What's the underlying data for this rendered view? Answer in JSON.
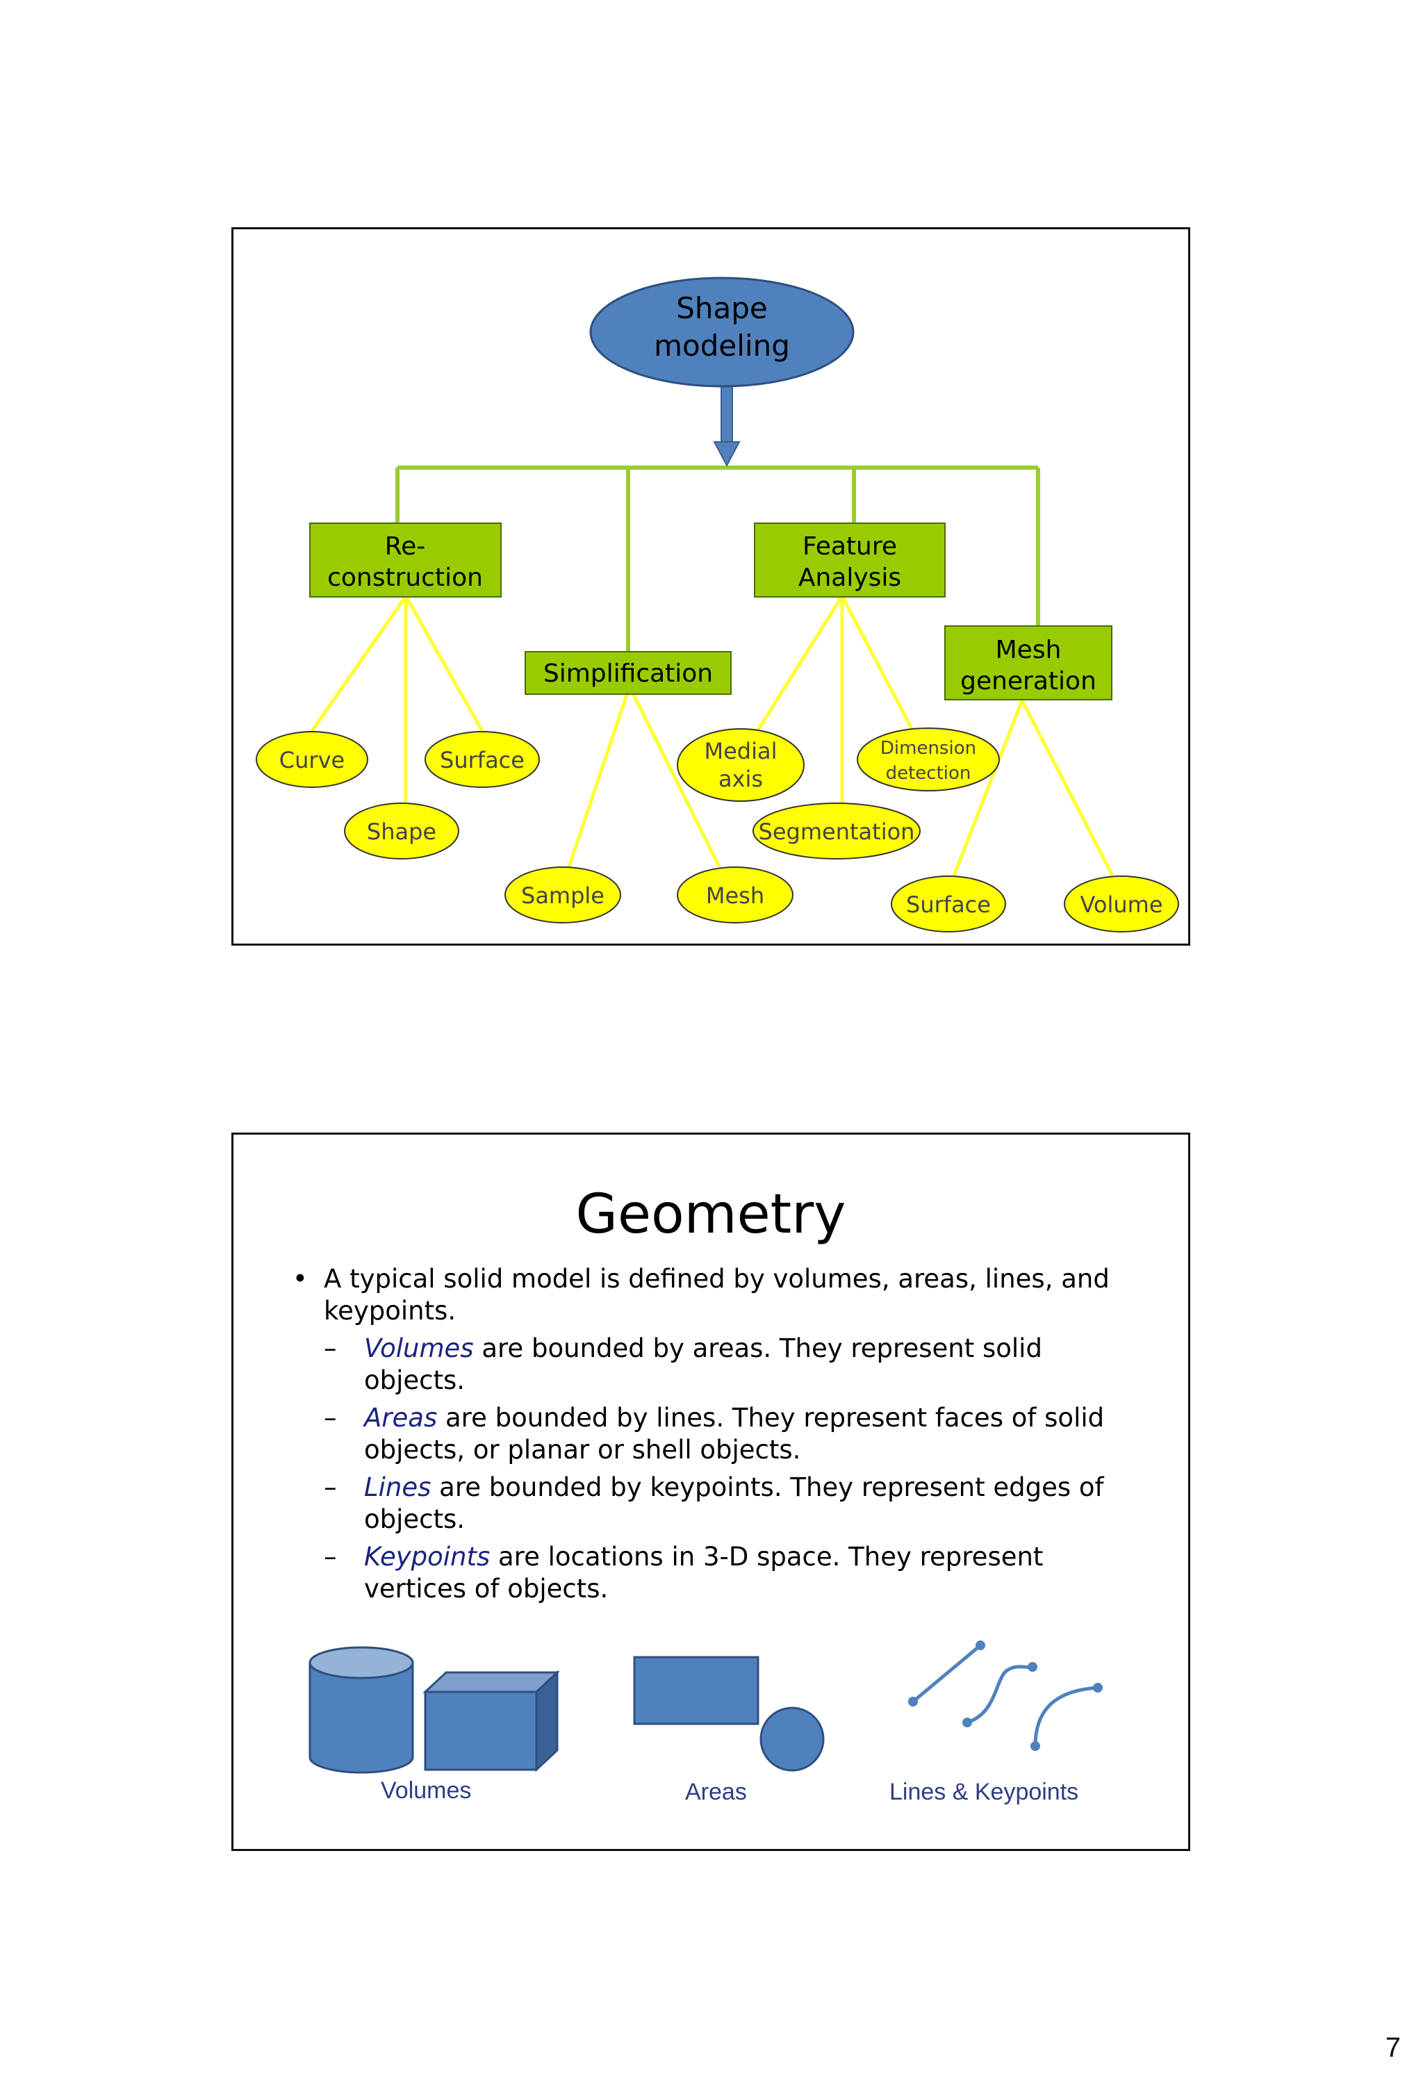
{
  "slide1": {
    "root": {
      "line1": "Shape",
      "line2": "modeling"
    },
    "categories": {
      "reconstruction": {
        "line1": "Re-",
        "line2": "construction"
      },
      "simplification": "Simplification",
      "feature": {
        "line1": "Feature",
        "line2": "Analysis"
      },
      "mesh_gen": {
        "line1": "Mesh",
        "line2": "generation"
      }
    },
    "leaves": {
      "curve": "Curve",
      "surface_recon": "Surface",
      "shape": "Shape",
      "sample": "Sample",
      "mesh": "Mesh",
      "medial": {
        "line1": "Medial",
        "line2": "axis"
      },
      "dimension": {
        "line1": "Dimension",
        "line2": "detection"
      },
      "segmentation": "Segmentation",
      "surface_mesh": "Surface",
      "volume": "Volume"
    },
    "colors": {
      "root": "#4f81bd",
      "category": "#99cc00",
      "leaf": "#ffff00",
      "branch": "#99cc33",
      "leaf_line": "#ffff33"
    }
  },
  "slide2": {
    "title": "Geometry",
    "bullet": "A typical solid model is defined by volumes, areas, lines, and keypoints.",
    "subs": [
      {
        "term": "Volumes",
        "text": " are bounded by areas.  They represent solid objects."
      },
      {
        "term": "Areas",
        "text": " are bounded by lines.  They represent faces of solid objects, or planar or shell objects."
      },
      {
        "term": "Lines",
        "text": " are bounded by keypoints.  They represent edges of objects."
      },
      {
        "term": "Keypoints",
        "text": " are locations in 3-D space.  They represent vertices of objects."
      }
    ],
    "captions": {
      "volumes": "Volumes",
      "areas": "Areas",
      "lines": "Lines & Keypoints"
    }
  },
  "page_number": "7"
}
